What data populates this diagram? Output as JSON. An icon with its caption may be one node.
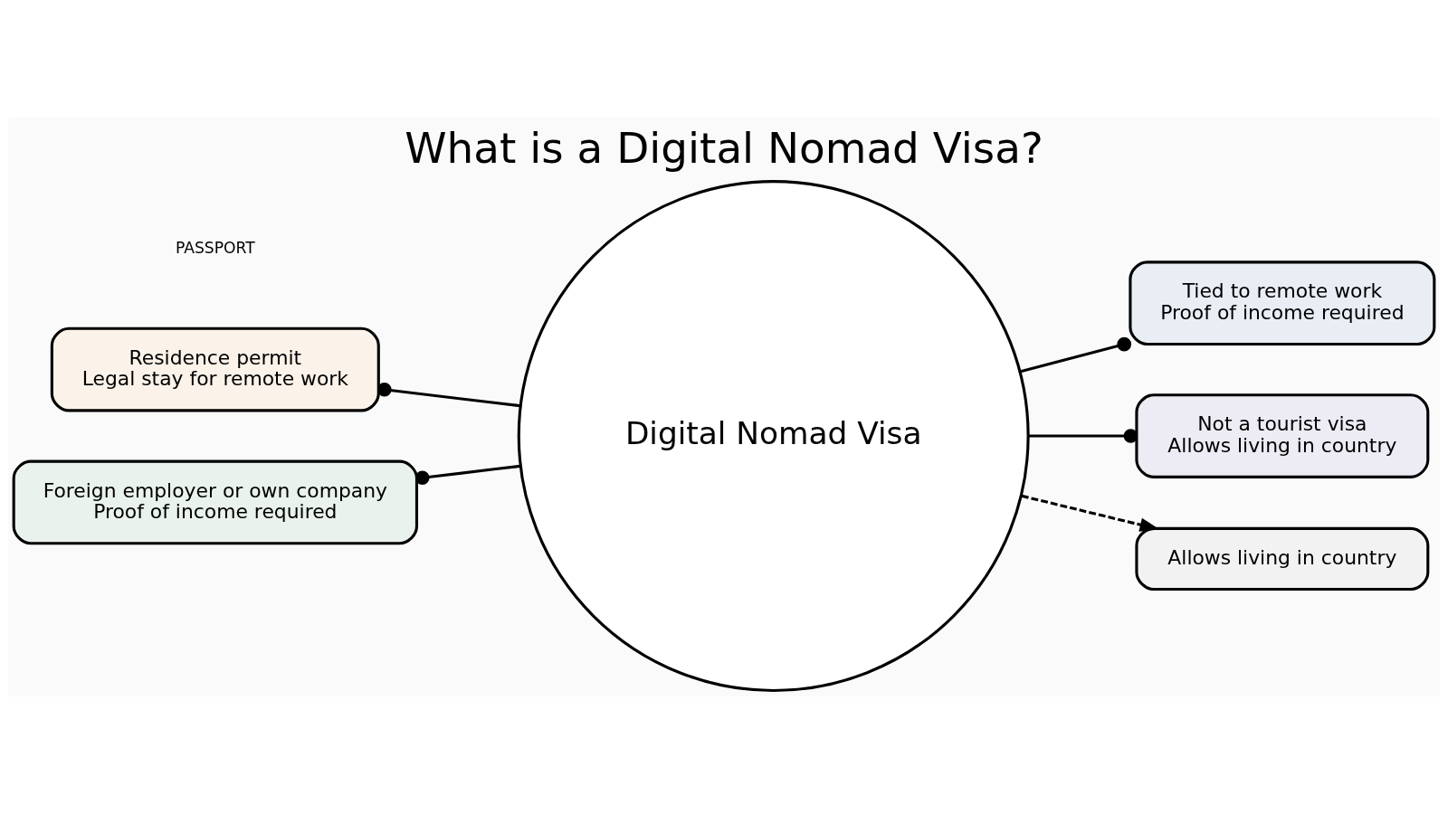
{
  "diagram": {
    "title": "What is a Digital Nomad Visa?",
    "nodes": [
      {
        "text": [
          "Digital Nomad Visa"
        ]
      },
      {
        "text": [
          "Residence permit",
          "Legal stay for remote work"
        ]
      },
      {
        "text": [
          "Tied to remote work",
          "Proof of income required"
        ]
      },
      {
        "text": [
          "Foreign employer or own company",
          "Proof of income required"
        ]
      },
      {
        "text": [
          "Not a tourist visa",
          "Allows living in country"
        ]
      },
      {
        "text": [
          "Allows living in country"
        ]
      }
    ],
    "edges": [
      {
        "from": 0,
        "to": 1,
        "arrow": "other"
      },
      {
        "from": 0,
        "to": 2,
        "arrow": "other"
      },
      {
        "from": 0,
        "to": 3,
        "arrow": "other"
      },
      {
        "from": 0,
        "to": 4,
        "arrow": "other"
      },
      {
        "from": 0,
        "to": 5,
        "arrow": "to",
        "style": "dashed"
      }
    ],
    "labels": [
      "PASSPORT"
    ]
  }
}
